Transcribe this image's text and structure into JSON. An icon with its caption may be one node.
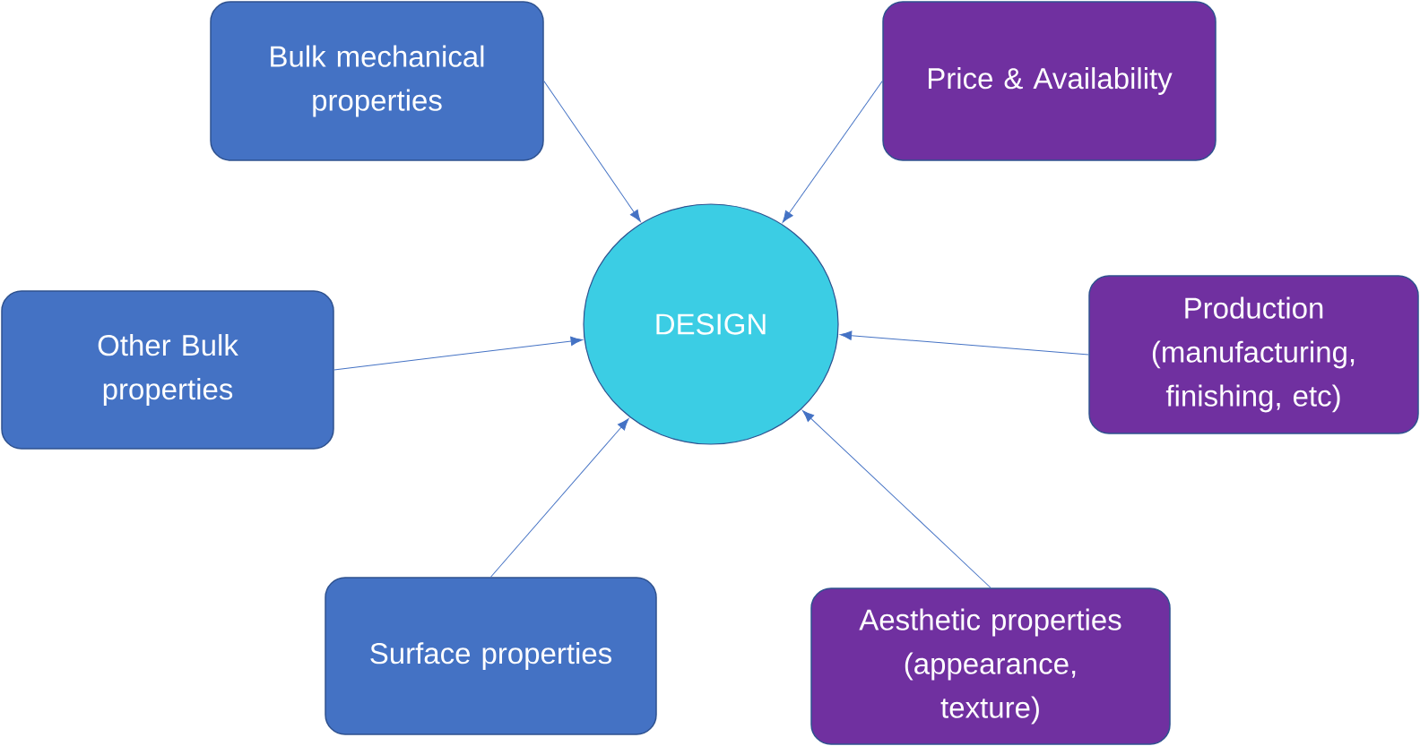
{
  "diagram": {
    "nodes": [
      {
        "text": [
          "Bulk mechanical properties"
        ]
      },
      {
        "text": [
          "Price & Availability"
        ]
      },
      {
        "text": [
          "Other Bulk properties"
        ]
      },
      {
        "text": [
          "DESIGN"
        ]
      },
      {
        "text": [
          "Production (manufacturing, finishing, etc)"
        ]
      },
      {
        "text": [
          "Surface properties"
        ]
      },
      {
        "text": [
          "Aesthetic properties (appearance, texture)"
        ]
      }
    ],
    "edges": [
      {
        "from": 0,
        "to": 3,
        "arrow": "to"
      },
      {
        "from": 1,
        "to": 3,
        "arrow": "to"
      },
      {
        "from": 2,
        "to": 3,
        "arrow": "to"
      },
      {
        "from": 4,
        "to": 3,
        "arrow": "to"
      },
      {
        "from": 5,
        "to": 3,
        "arrow": "to"
      },
      {
        "from": 6,
        "to": 3,
        "arrow": "to"
      }
    ]
  }
}
